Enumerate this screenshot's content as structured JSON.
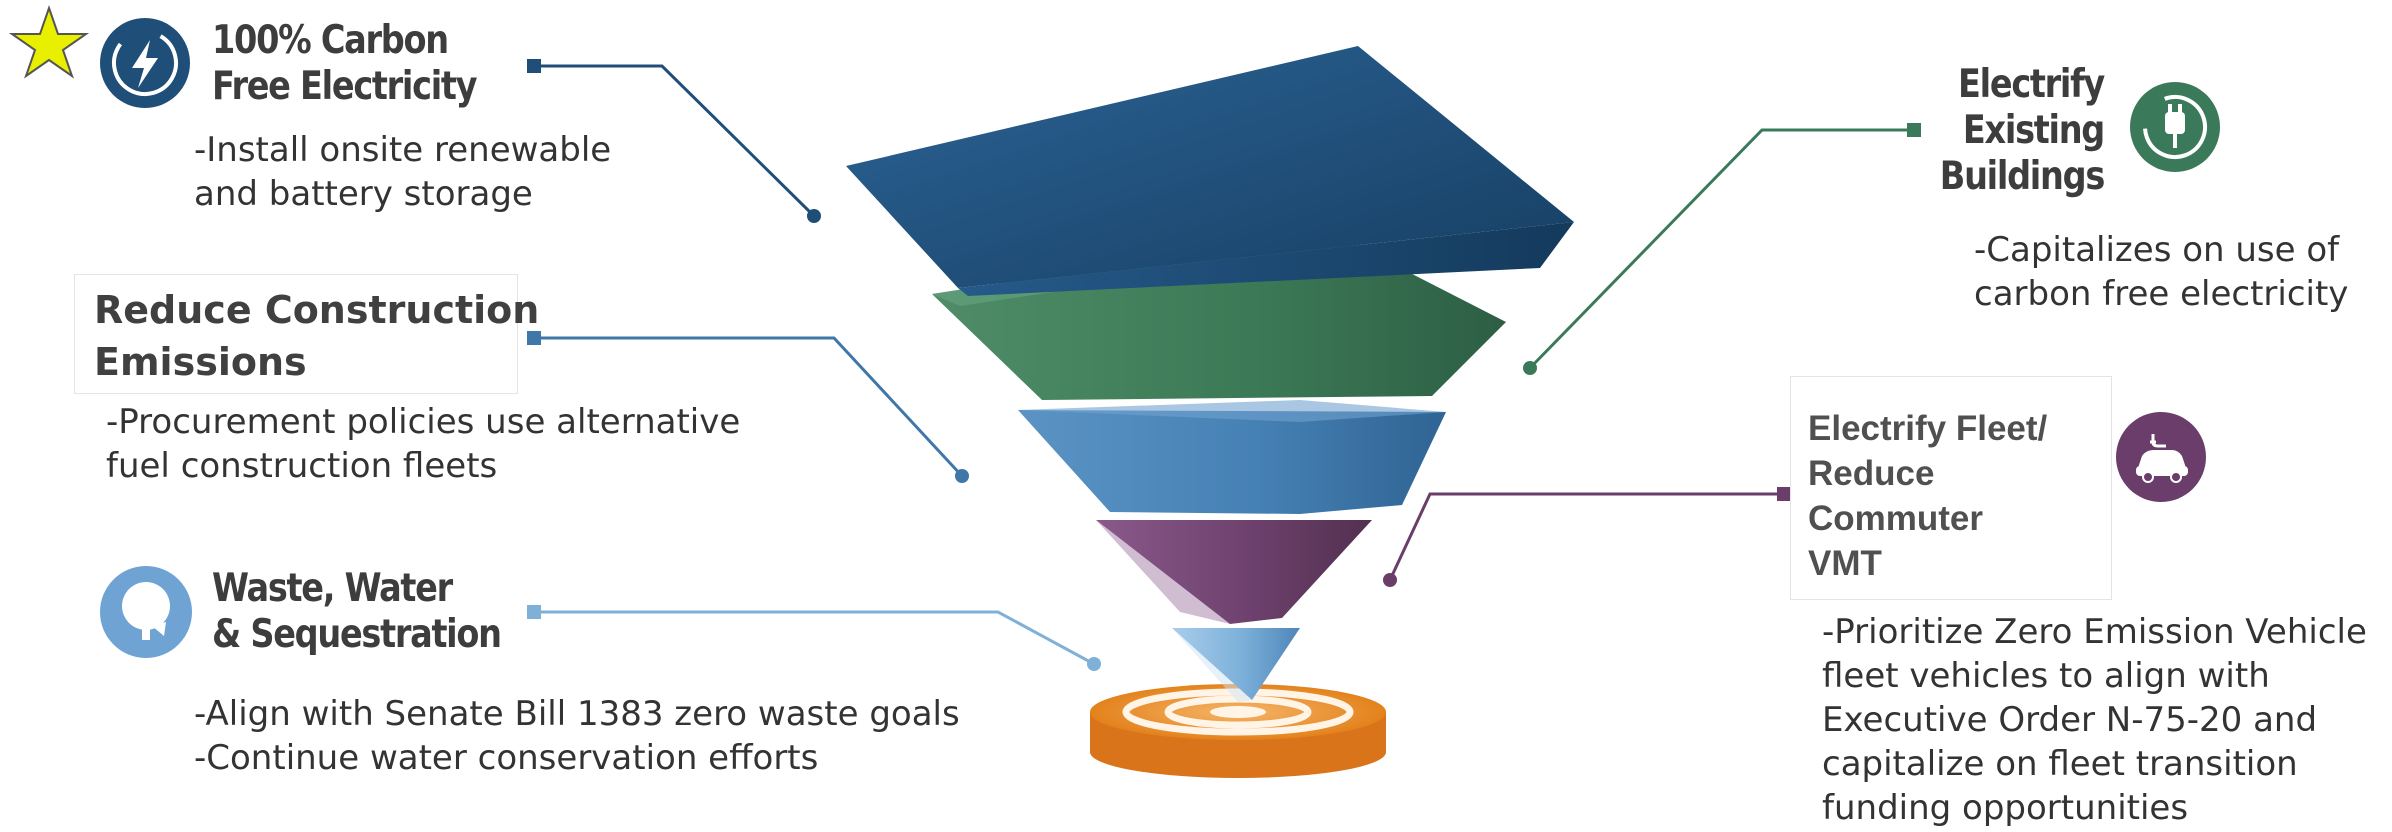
{
  "colors": {
    "navy": "#1f4e79",
    "green": "#3a7a5a",
    "steel_blue": "#3f77a8",
    "purple": "#6a3d6a",
    "light_blue": "#7fb0d8",
    "orange": "#e98a1f",
    "star": "#e8f000"
  },
  "items": [
    {
      "heading": "100% Carbon\nFree Electricity",
      "description": "-Install onsite renewable\nand battery storage",
      "icon": "lightning-bolt-icon"
    },
    {
      "heading": "Reduce Construction\nEmissions",
      "description": "-Procurement policies use alternative\nfuel construction fleets",
      "icon": ""
    },
    {
      "heading": "Waste, Water\n& Sequestration",
      "description": "-Align with Senate Bill 1383 zero waste goals\n-Continue water conservation efforts",
      "icon": "tree-icon"
    },
    {
      "heading": "Electrify\nExisting\nBuildings",
      "description": "-Capitalizes on use of\ncarbon free electricity",
      "icon": "power-plug-icon"
    },
    {
      "heading": "Electrify Fleet/\nReduce\nCommuter\nVMT",
      "description": "-Prioritize Zero Emission Vehicle\nfleet vehicles to align with\nExecutive Order N-75-20 and\ncapitalize on fleet transition\nfunding opportunities",
      "icon": "electric-car-icon"
    }
  ]
}
